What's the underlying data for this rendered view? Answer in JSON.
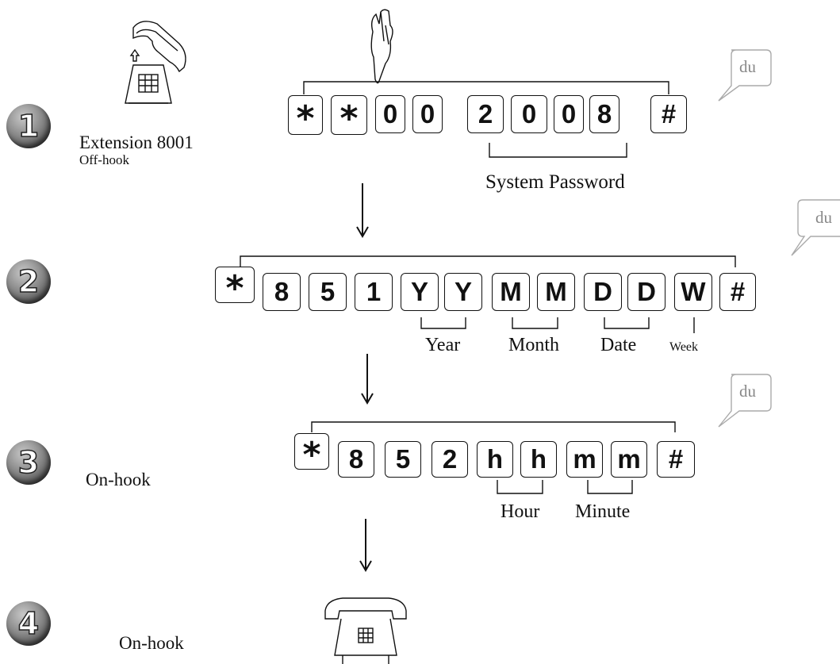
{
  "steps": [
    {
      "number": "1",
      "label": "Extension 8001",
      "sublabel": "Off-hook"
    },
    {
      "number": "2"
    },
    {
      "number": "3",
      "label": "On-hook"
    },
    {
      "number": "4",
      "label": "On-hook"
    }
  ],
  "sequence1": {
    "keys": [
      "*",
      "*",
      "0",
      "0",
      "2",
      "0",
      "0",
      "8",
      "#"
    ],
    "bracket_label": "System Password",
    "bubble": "du"
  },
  "sequence2": {
    "keys": [
      "*",
      "8",
      "5",
      "1",
      "Y",
      "Y",
      "M",
      "M",
      "D",
      "D",
      "W",
      "#"
    ],
    "labels": {
      "year": "Year",
      "month": "Month",
      "date": "Date",
      "week": "Week"
    },
    "bubble": "du"
  },
  "sequence3": {
    "keys": [
      "*",
      "8",
      "5",
      "2",
      "h",
      "h",
      "m",
      "m",
      "#"
    ],
    "labels": {
      "hour": "Hour",
      "minute": "Minute"
    },
    "bubble": "du"
  },
  "icons": [
    "phone-offhook-icon",
    "finger-press-icon",
    "phone-onhook-icon",
    "down-arrow-icon",
    "speech-bubble-icon"
  ]
}
